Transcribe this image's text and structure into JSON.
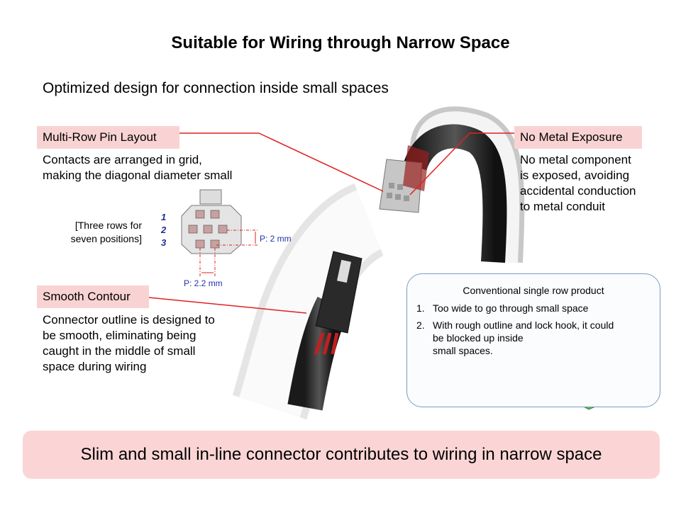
{
  "title": "Suitable for Wiring through Narrow Space",
  "subtitle": "Optimized design for connection inside small spaces",
  "callouts": {
    "multi_row": {
      "label": "Multi-Row Pin Layout",
      "lines": [
        "Contacts are arranged in grid,",
        "making the diagonal diameter small"
      ]
    },
    "no_metal": {
      "label": "No Metal Exposure",
      "lines": [
        "No metal component",
        "is exposed, avoiding",
        "accidental conduction",
        "to metal conduit"
      ]
    },
    "smooth": {
      "label": "Smooth Contour",
      "lines": [
        "Connector outline is designed to",
        "be smooth, eliminating being",
        "caught in the middle of small",
        "space during wiring"
      ]
    }
  },
  "pin_diagram": {
    "note_lines": [
      "[Three rows for",
      "seven positions]"
    ],
    "rows": [
      "1",
      "2",
      "3"
    ],
    "pitch_vertical": "P: 2 mm",
    "pitch_horizontal": "P: 2.2 mm"
  },
  "conventional": {
    "heading": "Conventional single row product",
    "items": [
      {
        "num": "1.",
        "text": "Too wide to go through  small space"
      },
      {
        "num": "2.",
        "lines": [
          "With rough outline and lock hook, it could",
          "be blocked up inside",
          "small spaces."
        ]
      }
    ]
  },
  "banner": "Slim and small in-line connector contributes to wiring in narrow space",
  "colors": {
    "tag_bg": "#f9d3d3",
    "callout_line": "#e02020",
    "box_border": "#7d9cc4",
    "banner_bg": "#fbd5d5"
  }
}
